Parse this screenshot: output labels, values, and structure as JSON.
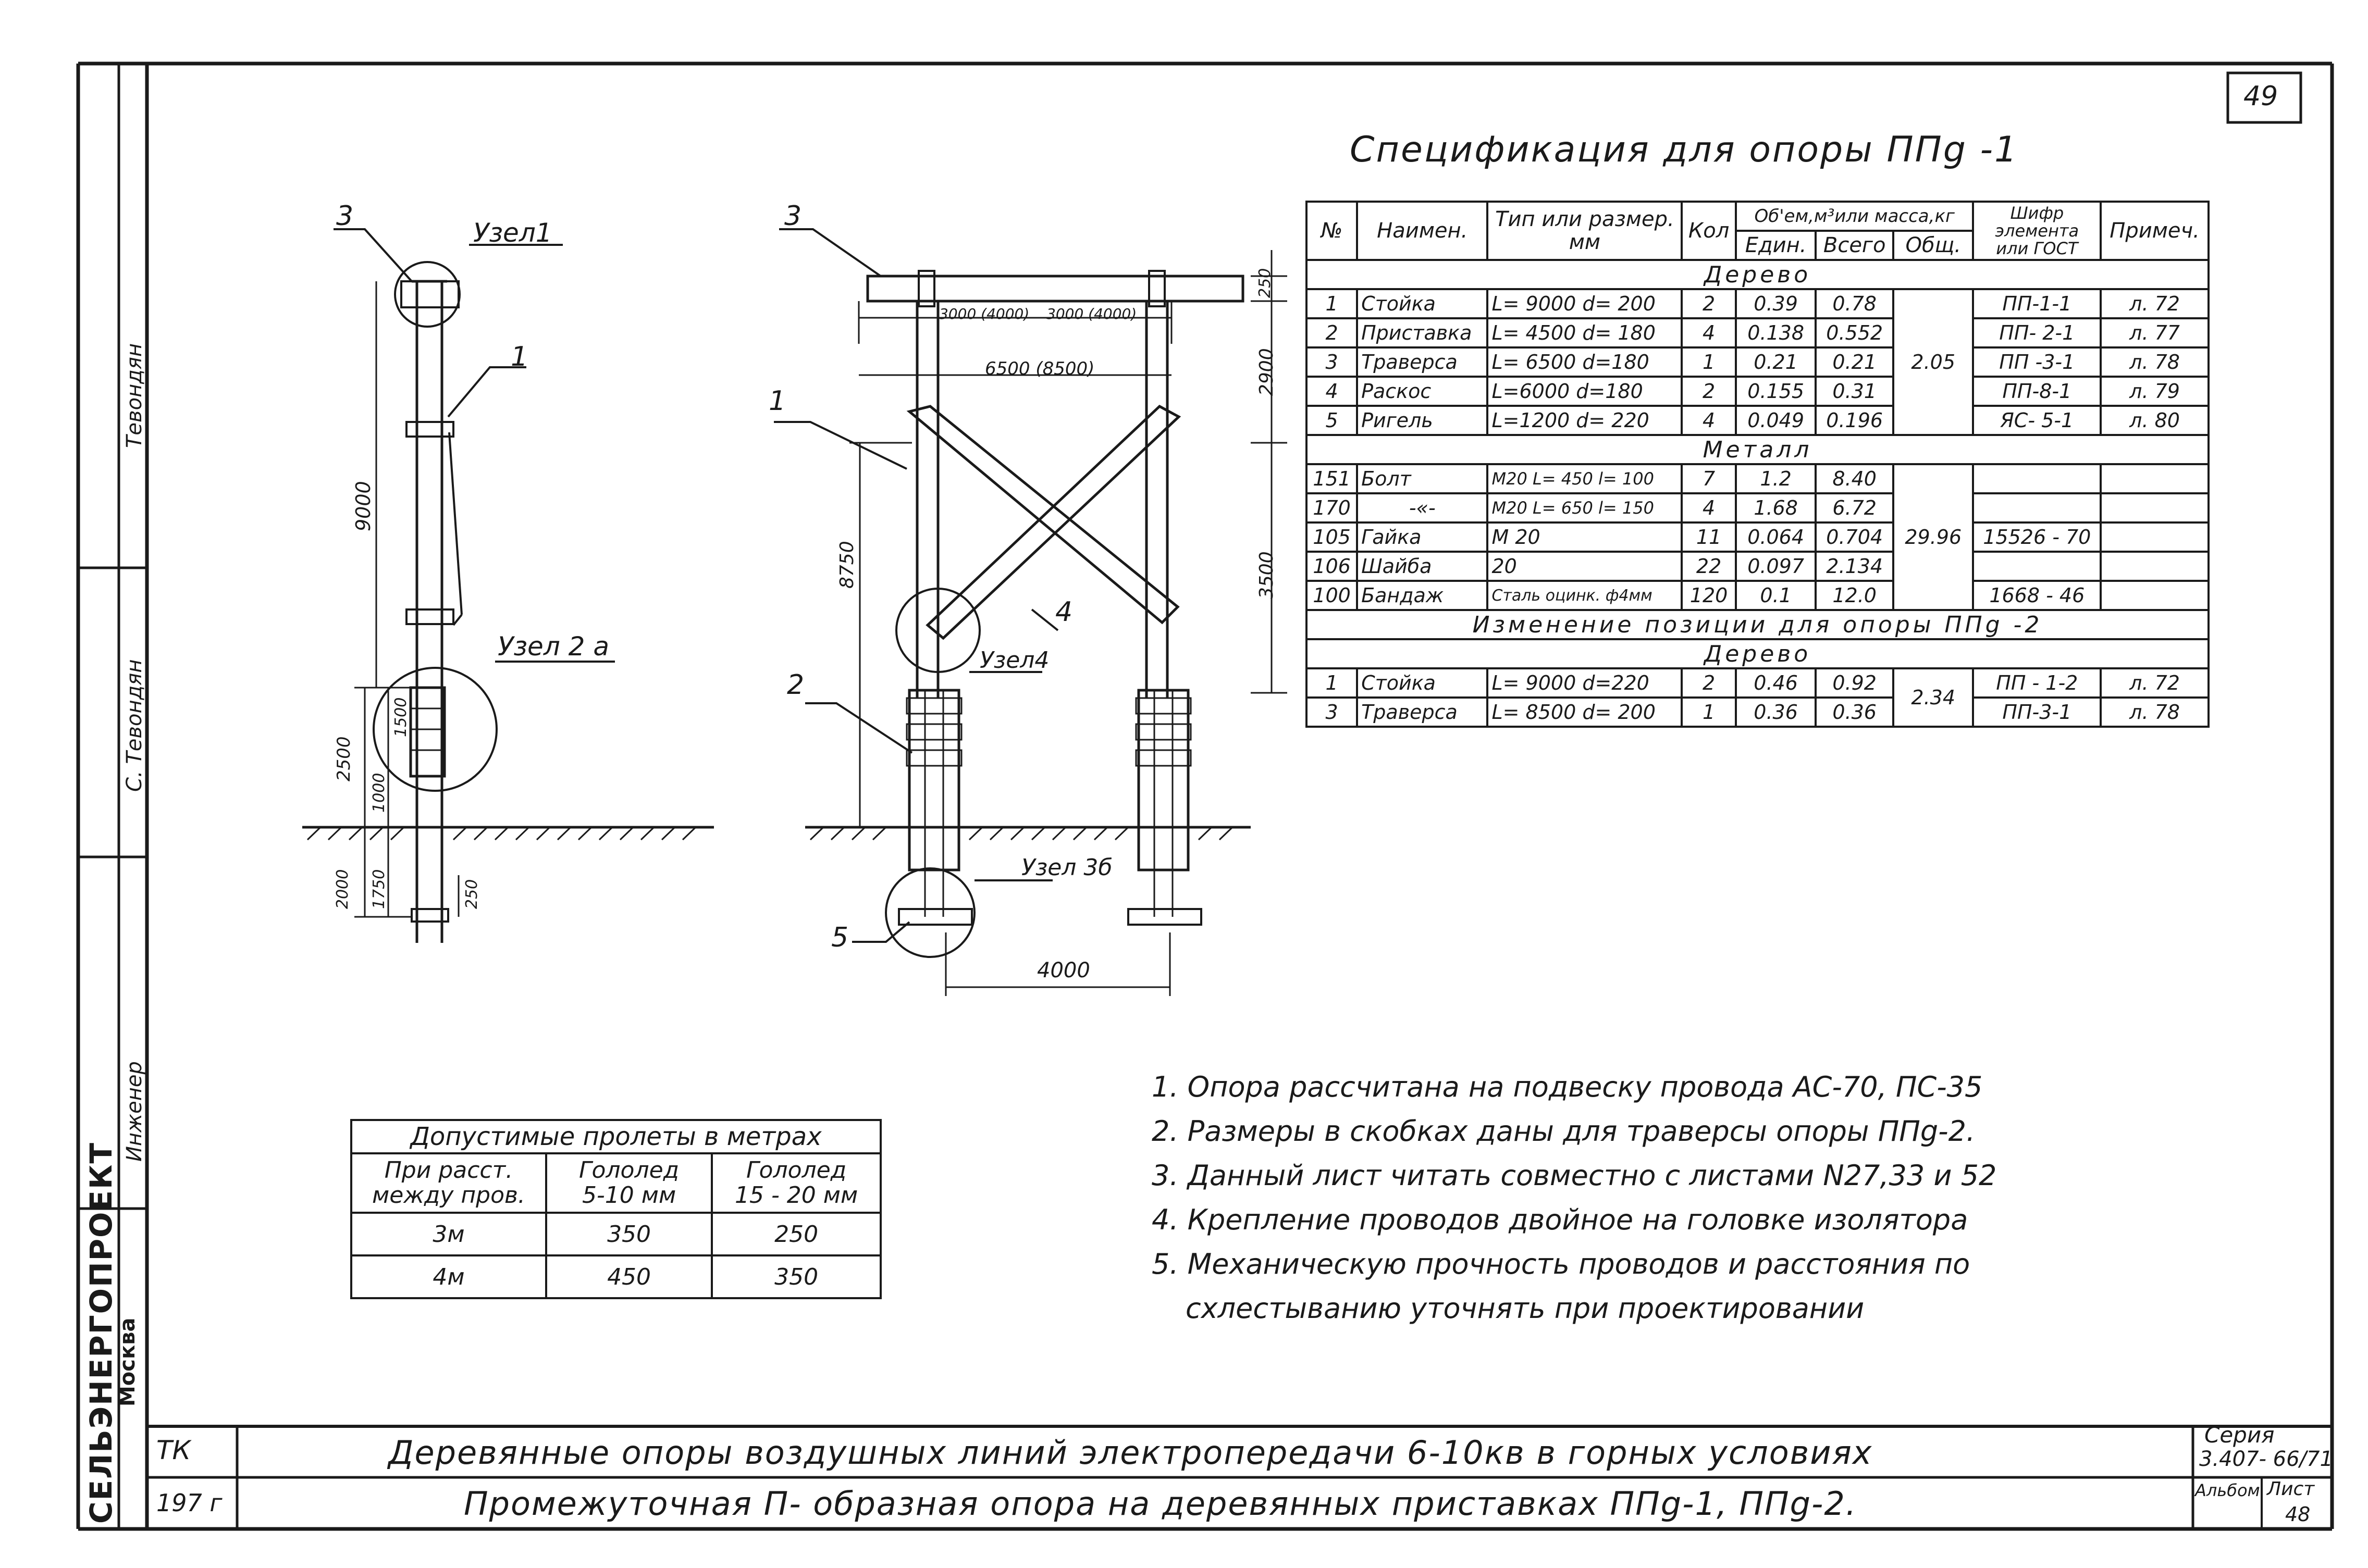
{
  "sheet": {
    "page_number": "49",
    "spec_title": "Спецификация для опоры ППg -1",
    "org_name": "СЕЛЬЭНЕРГОПРОЕКТ",
    "org_city": "Москва",
    "sidebar_labels": [
      "Тевондян",
      "С. Тевондян",
      "Инженер"
    ],
    "stamp": {
      "code_tk": "ТК",
      "year": "197 г",
      "title_1": "Деревянные опоры воздушных линий электропередачи 6-10кв в горных условиях",
      "title_2": "Промежуточная П- образная опора на деревянных приставках ППg-1, ППg-2.",
      "series_label": "Серия",
      "series_value": "3.407- 66/71",
      "album_label": "Альбом",
      "sheet_label": "Лист",
      "sheet_value": "48"
    }
  },
  "drawing": {
    "left": {
      "callout_3": "3",
      "callout_1": "1",
      "node_1": "Узел1",
      "node_2a": "Узел 2 а",
      "dims": [
        "9000",
        "2500",
        "1500",
        "1000",
        "2000",
        "1750",
        "250"
      ]
    },
    "right": {
      "callout_3": "3",
      "callout_1": "1",
      "callout_2": "2",
      "callout_4": "4",
      "callout_5": "5",
      "node_4": "Узел4",
      "node_3b": "Узел 3б",
      "dims": [
        "3000 (4000)",
        "3000 (4000)",
        "6500 (8500)",
        "250",
        "2900",
        "3500",
        "8750",
        "4000"
      ]
    }
  },
  "spec_table": {
    "headers": {
      "num": "№",
      "name": "Наимен.",
      "type": "Тип или размер. мм",
      "qty": "Кол",
      "volume_group": "Об'ем,м³или масса,кг",
      "unit": "Един.",
      "total": "Всего",
      "common": "Общ.",
      "code": "Шифр элемента или ГОСТ",
      "note": "Примеч."
    },
    "sections": {
      "wood": "Дерево",
      "metal": "Металл",
      "change": "Изменение позиции для опоры ППg -2",
      "wood2": "Дерево"
    },
    "wood_rows": [
      {
        "num": "1",
        "name": "Стойка",
        "type": "L= 9000 d= 200",
        "qty": "2",
        "unit": "0.39",
        "total": "0.78",
        "code": "ПП-1-1",
        "note": "л. 72"
      },
      {
        "num": "2",
        "name": "Приставка",
        "type": "L= 4500 d= 180",
        "qty": "4",
        "unit": "0.138",
        "total": "0.552",
        "code": "ПП- 2-1",
        "note": "л. 77"
      },
      {
        "num": "3",
        "name": "Траверса",
        "type": "L= 6500 d=180",
        "qty": "1",
        "unit": "0.21",
        "total": "0.21",
        "code": "ПП -3-1",
        "note": "л. 78"
      },
      {
        "num": "4",
        "name": "Раскос",
        "type": "L=6000 d=180",
        "qty": "2",
        "unit": "0.155",
        "total": "0.31",
        "code": "ПП-8-1",
        "note": "л. 79"
      },
      {
        "num": "5",
        "name": "Ригель",
        "type": "L=1200 d= 220",
        "qty": "4",
        "unit": "0.049",
        "total": "0.196",
        "code": "ЯС- 5-1",
        "note": "л. 80"
      }
    ],
    "wood_common": "2.05",
    "metal_rows": [
      {
        "num": "151",
        "name": "Болт",
        "type": "M20 L= 450 l= 100",
        "qty": "7",
        "unit": "1.2",
        "total": "8.40",
        "code": "",
        "note": ""
      },
      {
        "num": "170",
        "name": "-«-",
        "type": "M20 L= 650 l= 150",
        "qty": "4",
        "unit": "1.68",
        "total": "6.72",
        "code": "",
        "note": ""
      },
      {
        "num": "105",
        "name": "Гайка",
        "type": "M 20",
        "qty": "11",
        "unit": "0.064",
        "total": "0.704",
        "code": "15526 - 70",
        "note": ""
      },
      {
        "num": "106",
        "name": "Шайба",
        "type": "20",
        "qty": "22",
        "unit": "0.097",
        "total": "2.134",
        "code": "",
        "note": ""
      },
      {
        "num": "100",
        "name": "Бандаж",
        "type": "Сталь оцинк. ф4мм",
        "qty": "120",
        "unit": "0.1",
        "total": "12.0",
        "code": "1668 - 46",
        "note": ""
      }
    ],
    "metal_common": "29.96",
    "change_rows": [
      {
        "num": "1",
        "name": "Стойка",
        "type": "L= 9000 d=220",
        "qty": "2",
        "unit": "0.46",
        "total": "0.92",
        "code": "ПП - 1-2",
        "note": "л. 72"
      },
      {
        "num": "3",
        "name": "Траверса",
        "type": "L= 8500 d= 200",
        "qty": "1",
        "unit": "0.36",
        "total": "0.36",
        "code": "ПП-3-1",
        "note": "л. 78"
      }
    ],
    "change_common": "2.34"
  },
  "spans_table": {
    "title": "Допустимые пролеты в метрах",
    "col1": [
      "При расст.",
      "между пров."
    ],
    "col2": [
      "Гололед",
      "5-10 мм"
    ],
    "col3": [
      "Гололед",
      "15 - 20 мм"
    ],
    "rows": [
      {
        "dist": "3м",
        "ice_5_10": "350",
        "ice_15_20": "250"
      },
      {
        "dist": "4м",
        "ice_5_10": "450",
        "ice_15_20": "350"
      }
    ]
  },
  "notes": [
    "1. Опора рассчитана на подвеску провода АС-70, ПС-35",
    "2. Размеры в скобках даны для траверсы опоры ППg-2.",
    "3. Данный лист читать совместно с листами N27,33 и 52",
    "4. Крепление проводов двойное на головке изолятора",
    "5. Механическую прочность проводов и расстояния по",
    "схлестыванию уточнять при проектировании"
  ]
}
